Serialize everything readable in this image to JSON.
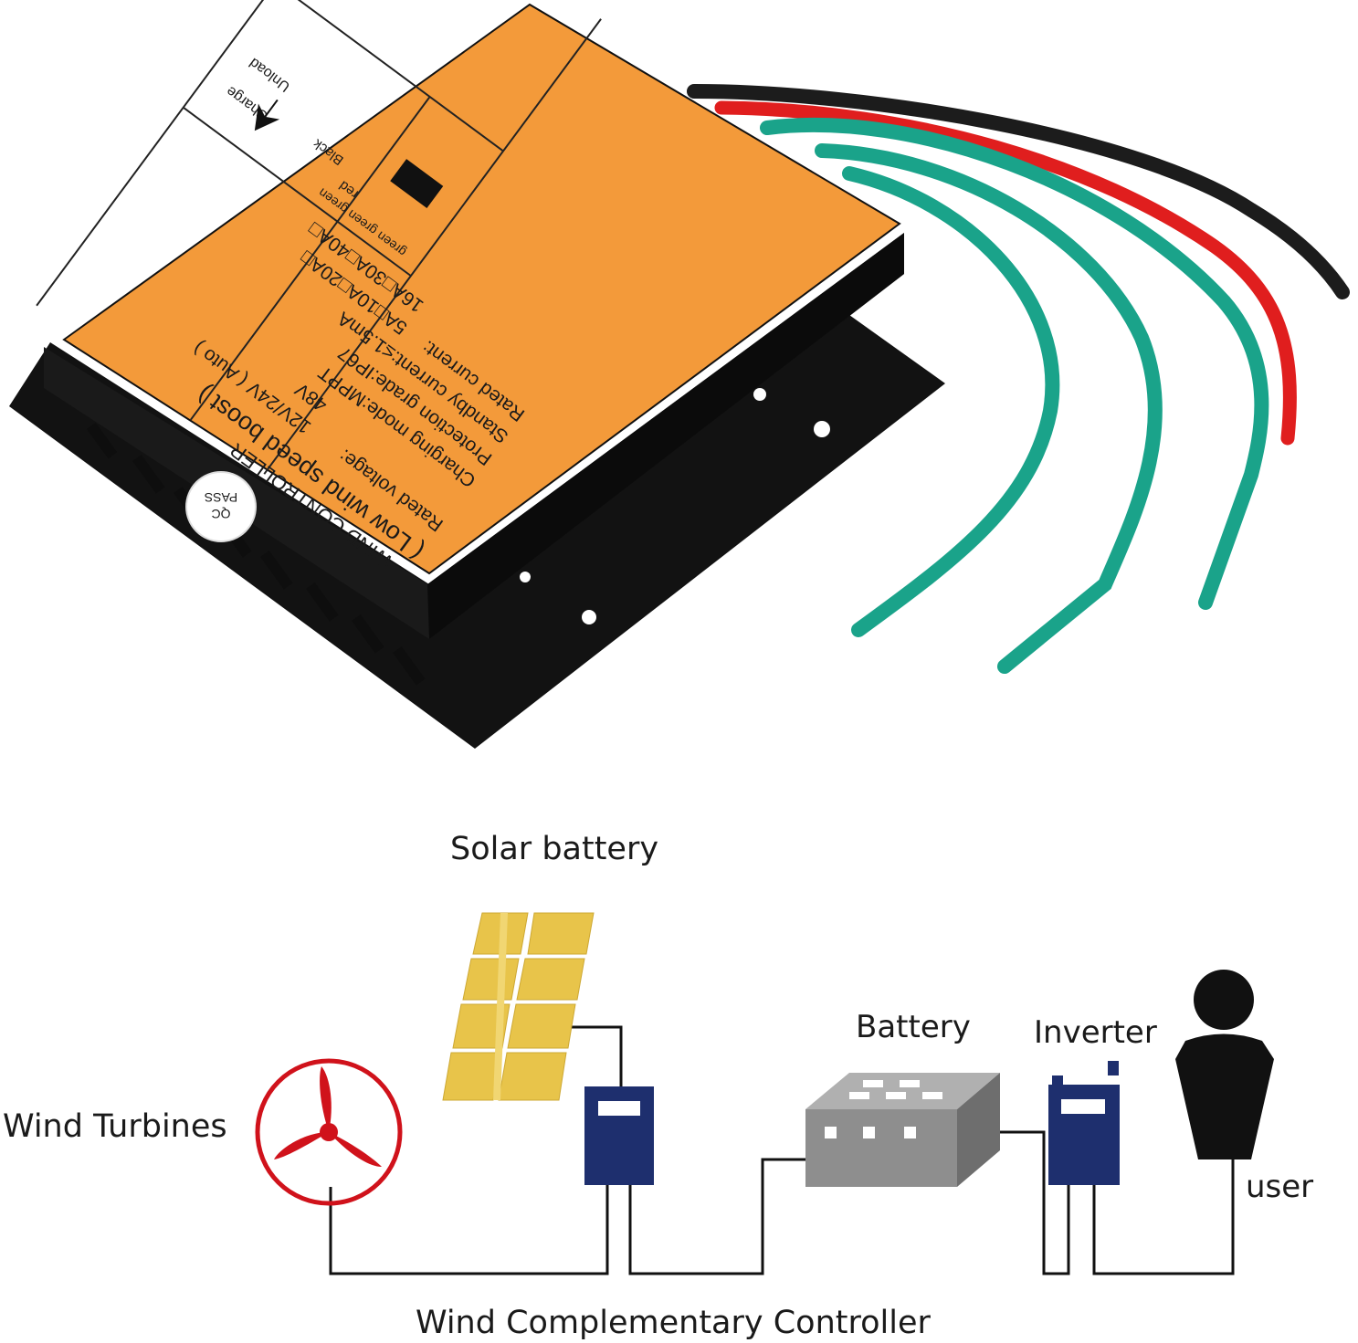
{
  "controller": {
    "title": "WIND CONTROLLER",
    "subtitle": "( Low wind speed boost )",
    "rated_voltage": "Rated voltage:",
    "voltage_12_24": "12V/24V ( Auto )",
    "voltage_48": "48V",
    "charging_mode": "Charging mode:MPPT",
    "protection_grade": "Protection grade:IP67",
    "standby_current": "Standby current:≤1.5mA",
    "rated_current": "Rated current:",
    "currents_row1": "5A□10A□20A□",
    "currents_row2": "16A□30A□40A□",
    "charge_label": "Charge",
    "unload_label": "Unload",
    "red_label": "red",
    "black_label": "Black",
    "green_label": "green green green",
    "qc_badge_line1": "QC",
    "qc_badge_line2": "PASS"
  },
  "diagram": {
    "solar_label": "Solar battery",
    "wind_label": "Wind Turbines",
    "battery_label": "Battery",
    "inverter_label": "Inverter",
    "user_label": "user",
    "controller_label": "Wind Complementary Controller"
  },
  "colors": {
    "sticker": "#f39a3a",
    "case": "#161616",
    "wire_green": "#1aa38a",
    "wire_red": "#e01e1e",
    "wire_black": "#1c1c1c",
    "device_blue": "#1e2f6e",
    "turbine_red": "#d0121b",
    "solar_gold": "#e8c44a",
    "battery_gray": "#8e8e8e"
  }
}
